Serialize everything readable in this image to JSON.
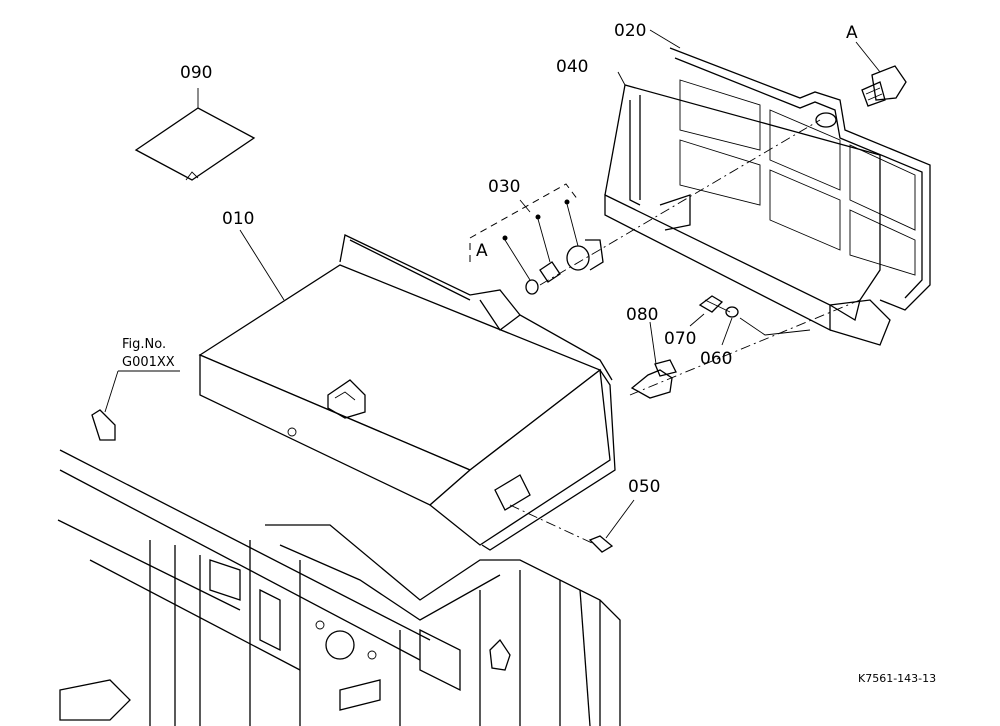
{
  "parts": {
    "p010": "010",
    "p020": "020",
    "p030": "030",
    "p040": "040",
    "p050": "050",
    "p060": "060",
    "p070": "070",
    "p080": "080",
    "p090": "090"
  },
  "callouts": {
    "a_top": "A",
    "a_left": "A"
  },
  "fig_ref": {
    "line1": "Fig.No.",
    "line2": "G001XX"
  },
  "drawing_code": "K7561-143-13"
}
